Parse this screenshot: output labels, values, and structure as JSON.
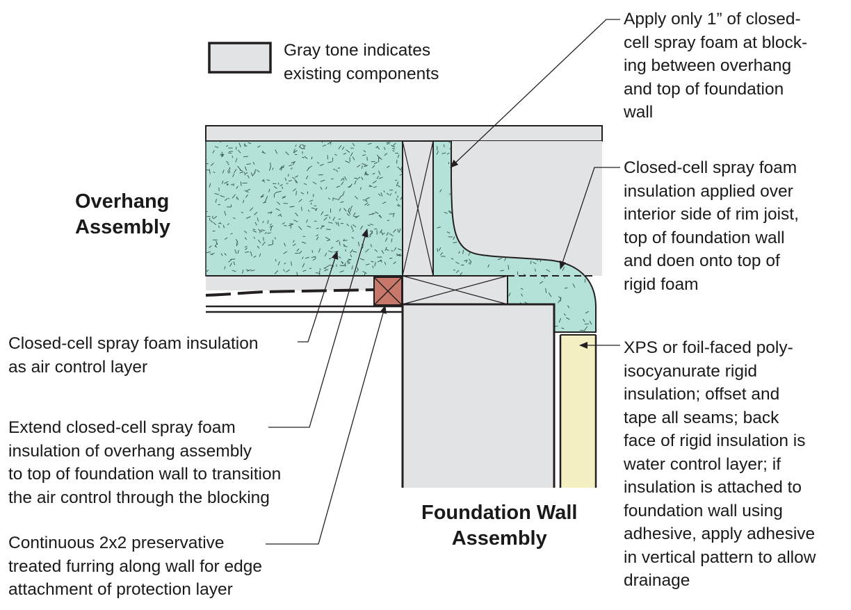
{
  "legend": {
    "text": "Gray tone indicates\nexisting components",
    "swatch_color": "#e2e3e4"
  },
  "titles": {
    "overhang": "Overhang\nAssembly",
    "foundation": "Foundation Wall\nAssembly"
  },
  "callouts": {
    "blocking_foam": "Apply only 1” of closed-\ncell spray foam at block-\ning between overhang\nand top of foundation\nwall",
    "rim_joist_foam": "Closed-cell spray foam\ninsulation applied over\ninterior side of rim joist,\ntop of foundation wall\nand doen onto top of\nrigid foam",
    "rigid_insulation": "XPS or foil-faced poly-\nisocyanurate rigid\ninsulation; offset and\ntape all seams; back\nface of rigid insulation is\nwater control layer; if\ninsulation is attached to\nfoundation wall using\nadhesive, apply adhesive\nin vertical pattern to allow\ndrainage",
    "air_control": "Closed-cell spray foam insulation\nas air control layer",
    "extend_foam": "Extend closed-cell spray foam\ninsulation of overhang assembly\nto top of foundation wall to transition\nthe air control through the blocking",
    "furring": "Continuous 2x2 preservative\ntreated furring along wall for edge\nattachment of protection layer"
  },
  "colors": {
    "existing_gray": "#e2e3e4",
    "spray_foam": "#b5e2d8",
    "rigid_foam": "#f4f0c4",
    "furring": "#c8786a",
    "line": "#231f20"
  }
}
